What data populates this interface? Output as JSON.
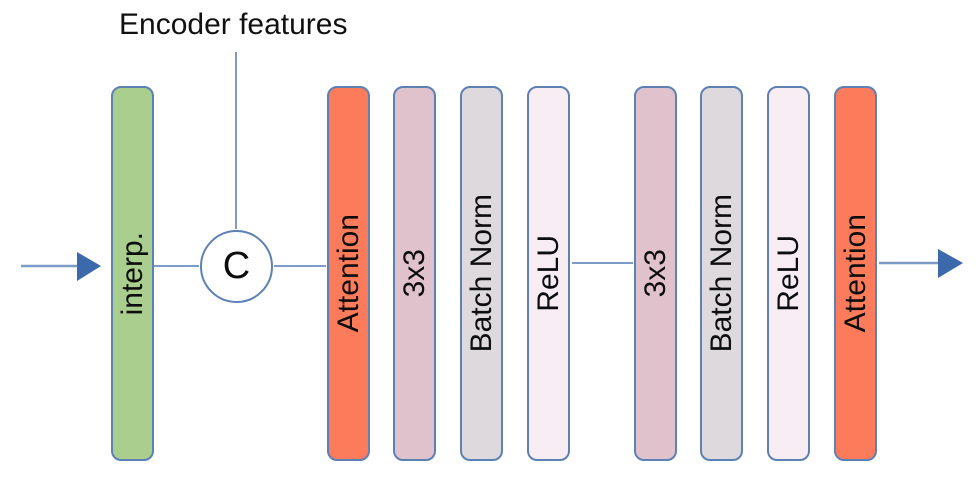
{
  "title": "Encoder features",
  "concat": {
    "label": "C"
  },
  "diagram": {
    "bars": [
      {
        "id": "interp",
        "label": "interp.",
        "color": "#A9CE8E"
      },
      {
        "id": "attention-1",
        "label": "Attention",
        "color": "#FC7B5B"
      },
      {
        "id": "conv-1",
        "label": "3x3",
        "color": "#DFC2CC"
      },
      {
        "id": "batchnorm-1",
        "label": "Batch Norm",
        "color": "#DED9DC"
      },
      {
        "id": "relu-1",
        "label": "ReLU",
        "color": "#F8EDF3"
      },
      {
        "id": "conv-2",
        "label": "3x3",
        "color": "#DFC2CC"
      },
      {
        "id": "batchnorm-2",
        "label": "Batch Norm",
        "color": "#DED9DC"
      },
      {
        "id": "relu-2",
        "label": "ReLU",
        "color": "#F8EDF3"
      },
      {
        "id": "attention-2",
        "label": "Attention",
        "color": "#FC7B5B"
      }
    ],
    "colors": {
      "bar_border": "#5E81B5",
      "wire_line": "#7E9AC6",
      "arrow_head": "#3C68AC",
      "text": "#0d0d0d",
      "background": "#ffffff"
    }
  }
}
